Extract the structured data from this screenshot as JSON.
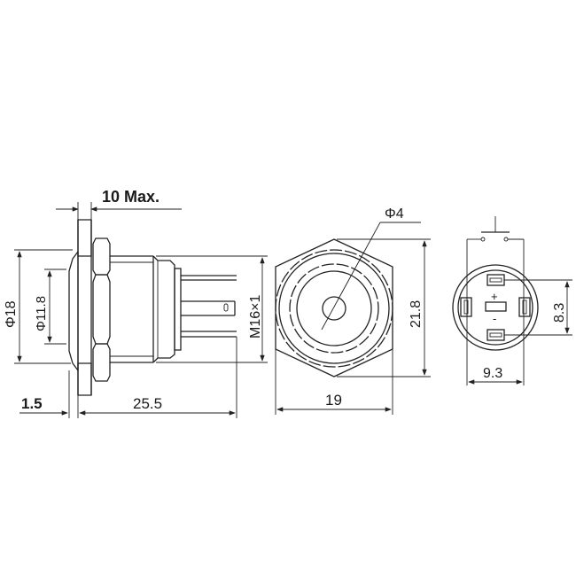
{
  "diagram": {
    "subject": "Metal push button switch dimensional drawing",
    "views": {
      "side": {
        "labels": {
          "panel_thickness": "10 Max.",
          "head_diameter": "Φ18",
          "button_diameter": "Φ11.8",
          "thread": "M16×1",
          "head_height": "1.5",
          "body_length": "25.5"
        }
      },
      "front": {
        "labels": {
          "led_diameter": "Φ4",
          "hex_height": "21.8",
          "hex_width": "19"
        }
      },
      "terminal": {
        "labels": {
          "terminal_spacing_vertical": "8.3",
          "terminal_spacing_horizontal": "9.3",
          "plus": "+",
          "minus": "-"
        },
        "switch_symbol": "normally-open push switch"
      }
    },
    "colors": {
      "line": "#222222",
      "background": "#ffffff"
    }
  }
}
